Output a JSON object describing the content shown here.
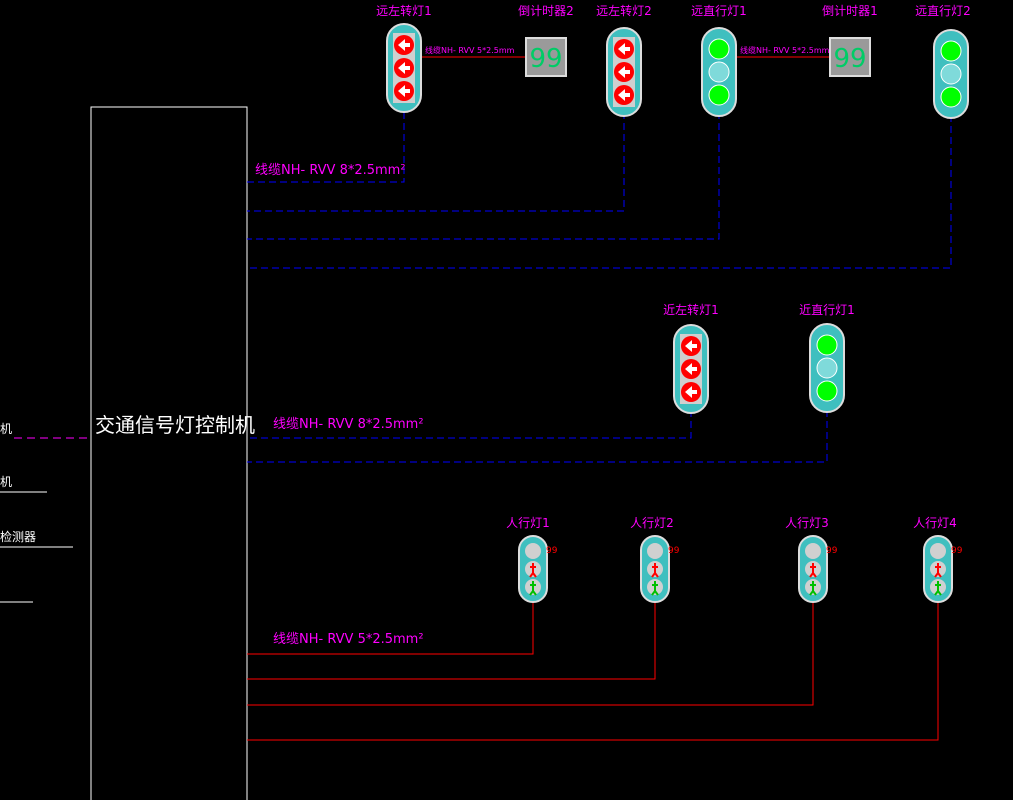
{
  "colors": {
    "background": "#000000",
    "label": "#ff00ff",
    "wire_blue": "#0000ff",
    "wire_red": "#ff0000",
    "frame": "#ffffff",
    "housing": "#3fbfbf",
    "housing_edge": "#dddddd",
    "lamp_green": "#00ff00",
    "lamp_dim": "#3fbfbf",
    "arrow_red": "#ff0000",
    "countdown_text": "#00cc66"
  },
  "controller": {
    "label": "交通信号灯控制机"
  },
  "left_stubs": {
    "items": [
      "机",
      "机",
      "检测器",
      ""
    ]
  },
  "group1": {
    "lights": [
      {
        "label": "远左转灯1",
        "kind": "arrow"
      },
      {
        "label": "远左转灯2",
        "kind": "arrow"
      },
      {
        "label": "远直行灯1",
        "kind": "round"
      },
      {
        "label": "远直行灯2",
        "kind": "round"
      }
    ],
    "timers": [
      {
        "label": "倒计时器2",
        "value": "99"
      },
      {
        "label": "倒计时器1",
        "value": "99"
      }
    ],
    "timer_cable": "线缆NH- RVV 5*2.5mm",
    "main_cable": "线缆NH- RVV 8*2.5mm²"
  },
  "group2": {
    "lights": [
      {
        "label": "近左转灯1",
        "kind": "arrow"
      },
      {
        "label": "近直行灯1",
        "kind": "round"
      }
    ],
    "main_cable": "线缆NH- RVV 8*2.5mm²"
  },
  "group3": {
    "lights": [
      {
        "label": "人行灯1",
        "count": "99"
      },
      {
        "label": "人行灯2",
        "count": "99"
      },
      {
        "label": "人行灯3",
        "count": "99"
      },
      {
        "label": "人行灯4",
        "count": "99"
      }
    ],
    "main_cable": "线缆NH- RVV 5*2.5mm²"
  }
}
